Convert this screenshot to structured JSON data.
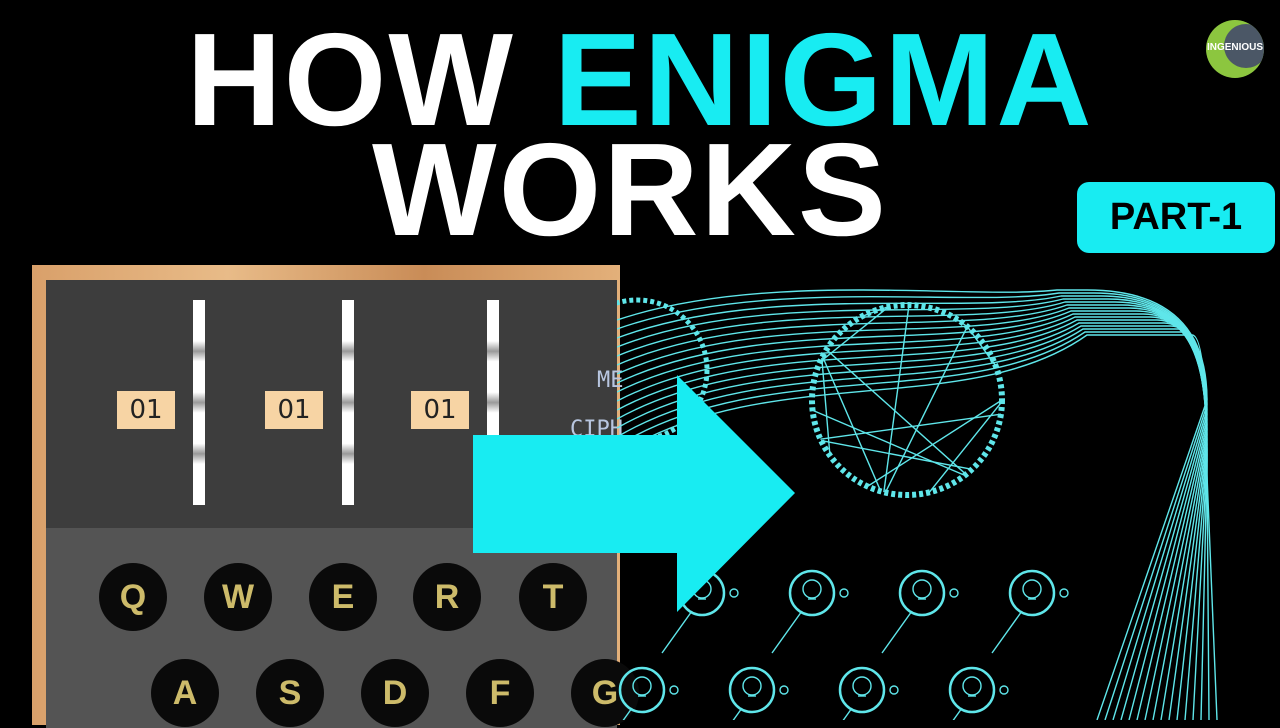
{
  "title": {
    "line1_white": "HOW",
    "line1_cyan": "ENIGMA",
    "line2": "WORKS"
  },
  "logo": {
    "text": "INGENIOUS"
  },
  "badge": {
    "label": "PART-1"
  },
  "machine": {
    "rotors": [
      "01",
      "01",
      "01"
    ],
    "labels": [
      "ME",
      "CIPH"
    ],
    "keys_row1": [
      "Q",
      "W",
      "E",
      "R",
      "T"
    ],
    "keys_row2": [
      "A",
      "S",
      "D",
      "F",
      "G"
    ]
  },
  "colors": {
    "accent": "#18ecf2",
    "background": "#000000",
    "rotor_window": "#f7d4a4"
  },
  "icons": [
    "arrow-right-icon",
    "lightbulb-icon",
    "rotor-gear-icon"
  ]
}
